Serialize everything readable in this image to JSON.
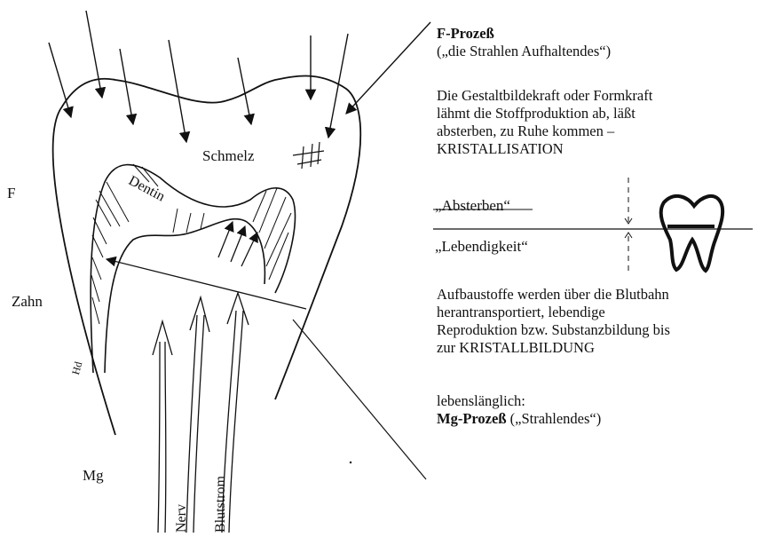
{
  "left": {
    "f_label": "F",
    "zahn_label": "Zahn",
    "mg_label": "Mg",
    "schmelz_label": "Schmelz",
    "dentin_label": "Dentin",
    "handwritten_mark": "Hd",
    "nerv_label": "Nerv",
    "blutstrom_label": "Blutstrom"
  },
  "right": {
    "f_process_title": "F-Prozeß",
    "f_process_subtitle": "(„die Strahlen Aufhaltendes“)",
    "description_lines": [
      "Die Gestaltbildekraft oder Formkraft",
      "lähmt die Stoffproduktion ab, läßt",
      "absterben, zu Ruhe kommen –",
      "KRISTALLISATION"
    ],
    "absterben_label": "„Absterben“",
    "lebendigkeit_label": "„Lebendigkeit“",
    "aufbau_lines": [
      "Aufbaustoffe werden über die Blutbahn",
      "herantransportiert, lebendige",
      "Reproduktion bzw. Substanzbildung bis",
      "zur KRISTALLBILDUNG"
    ],
    "lifelong_label": "lebenslänglich:",
    "mg_process_title": "Mg-Prozeß",
    "mg_process_subtitle": "(„Strahlendes“)"
  }
}
